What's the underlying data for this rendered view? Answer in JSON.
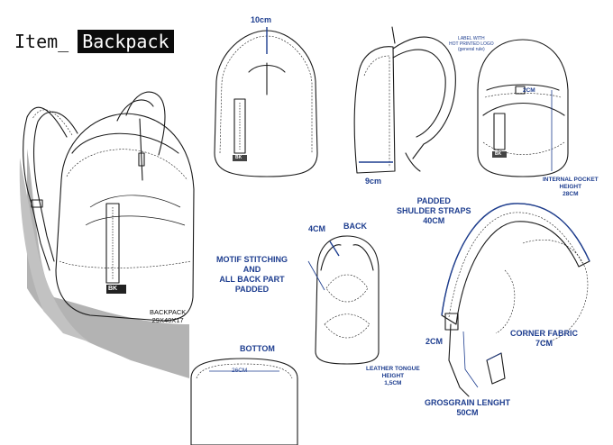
{
  "title": {
    "prefix": "Item_",
    "highlight": "Backpack"
  },
  "labels": {
    "top_width": "10cm",
    "side_width": "9cm",
    "logo_label": "LABEL WITH\nHOT PRINTED LOGO\n(general rule)",
    "logo_dim": "2CM",
    "internal_pocket": "INTERNAL POCKET\nHEIGHT\n28CM",
    "padded_straps": "PADDED\nSHULDER STRAPS\n40CM",
    "back": "BACK",
    "back_4cm": "4CM",
    "motif": "MOTIF STITCHING\nAND\nALL BACK PART\nPADDED",
    "backpack_size": "BACKPACK\n29X40X17",
    "bottom": "BOTTOM",
    "bottom_dim": "26CM",
    "corner_fabric": "CORNER FABRIC\n7CM",
    "two_cm": "2CM",
    "leather_tongue": "LEATHER TONGUE\nHEIGHT\n1,5CM",
    "grosgrain": "GROSGRAIN LENGHT\n50CM",
    "brand": "BK"
  },
  "colors": {
    "accent": "#1d3d8f",
    "ink": "#1a1a1a",
    "shadow": "#b3b3b3"
  }
}
